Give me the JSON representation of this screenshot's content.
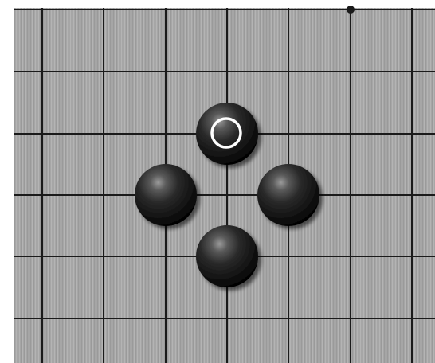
{
  "board": {
    "name": "go-board",
    "colors": {
      "surface": "#a6a6a6",
      "grain_light": "#b4b4b4",
      "grain_dark": "#9a9a9a",
      "line": "#1a1a1a",
      "black_stone_dark": "#050505",
      "black_stone_mid": "#2a2a2a",
      "black_stone_highlight": "#9a9a9a",
      "last_move_marker": "#ffffff",
      "margin": "#ffffff"
    },
    "visible_columns": 7,
    "visible_rows": 6,
    "star_point": {
      "col": 5,
      "row": 0
    }
  },
  "stones": [
    {
      "color": "black",
      "col": 3,
      "row": 2,
      "last_move": true
    },
    {
      "color": "black",
      "col": 2,
      "row": 3,
      "last_move": false
    },
    {
      "color": "black",
      "col": 4,
      "row": 3,
      "last_move": false
    },
    {
      "color": "black",
      "col": 3,
      "row": 4,
      "last_move": false
    }
  ]
}
